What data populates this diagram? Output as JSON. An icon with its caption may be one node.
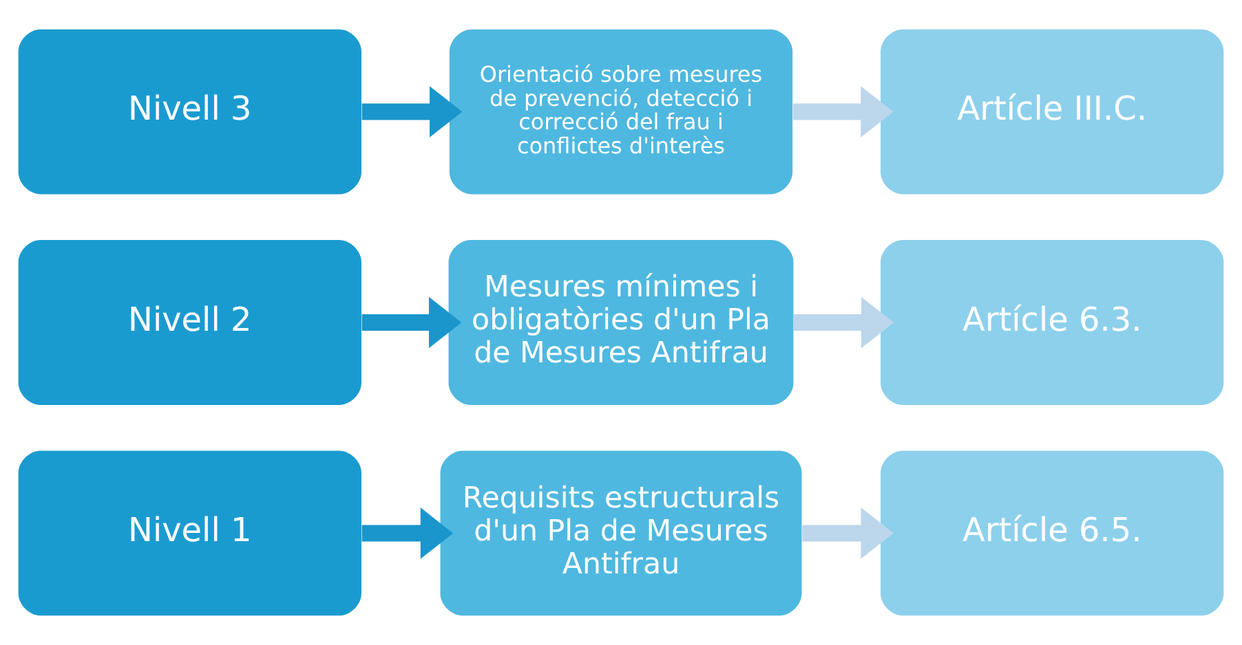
{
  "diagram": {
    "nodes": [
      {
        "text": [
          "Nivell 1"
        ]
      },
      {
        "text": [
          "Requisits estructurals d'un Pla de Mesures Antifrau"
        ]
      },
      {
        "text": [
          "Artícle 6.5."
        ]
      },
      {
        "text": [
          "Nivell 2"
        ]
      },
      {
        "text": [
          "Mesures mínimes i obligatòries d'un Pla de Mesures Antifrau"
        ]
      },
      {
        "text": [
          "Artícle 6.3."
        ]
      },
      {
        "text": [
          "Nivell 3"
        ]
      },
      {
        "text": [
          "Orientació sobre mesures de prevenció, detecció i correcció del frau i conflictes d'interès"
        ]
      },
      {
        "text": [
          "Artícle III.C."
        ]
      }
    ],
    "edges": [
      {
        "from": 0,
        "to": 1,
        "arrow": "to"
      },
      {
        "from": 1,
        "to": 2,
        "arrow": "to",
        "color": "#bcd6ec"
      },
      {
        "from": 3,
        "to": 4,
        "arrow": "to"
      },
      {
        "from": 4,
        "to": 5,
        "arrow": "to",
        "color": "#bcd6ec"
      },
      {
        "from": 6,
        "to": 7,
        "arrow": "to"
      },
      {
        "from": 7,
        "to": 8,
        "arrow": "to",
        "color": "#bcd6ec"
      }
    ]
  }
}
